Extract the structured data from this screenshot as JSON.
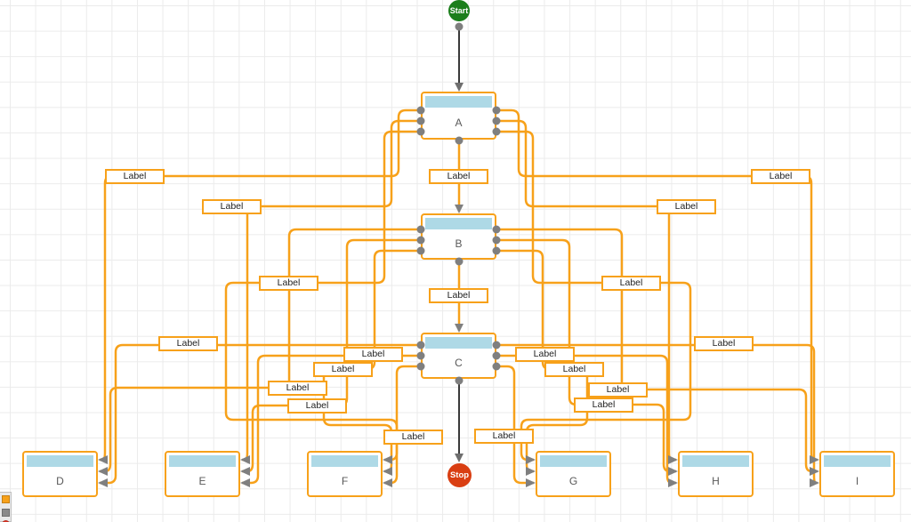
{
  "diagram": {
    "nodes": {
      "start": "Start",
      "a": "A",
      "b": "B",
      "c": "C",
      "d": "D",
      "e": "E",
      "f": "F",
      "g": "G",
      "h": "H",
      "i": "I",
      "stop": "Stop"
    },
    "edge_labels": [
      "Label",
      "Label",
      "Label",
      "Label",
      "Label",
      "Label",
      "Label",
      "Label",
      "Label",
      "Label",
      "Label",
      "Label",
      "Label",
      "Label",
      "Label",
      "Label",
      "Label",
      "Label",
      "Label",
      "Label"
    ]
  },
  "palette": {
    "swatches": [
      {
        "name": "orange-rectangle-swatch",
        "color": "#F7A11A"
      },
      {
        "name": "gray-rectangle-swatch",
        "color": "#8A8A8A"
      },
      {
        "name": "red-circle-swatch",
        "color": "#E03222"
      }
    ]
  },
  "colors": {
    "edge": "#F7A11A",
    "node_border": "#F7A11A",
    "node_header": "#AED9E6",
    "start_fill": "#1B7E1B",
    "stop_fill": "#D93E12",
    "connector_dot": "#7F7F7F",
    "grid_line": "#EBEBEB"
  }
}
